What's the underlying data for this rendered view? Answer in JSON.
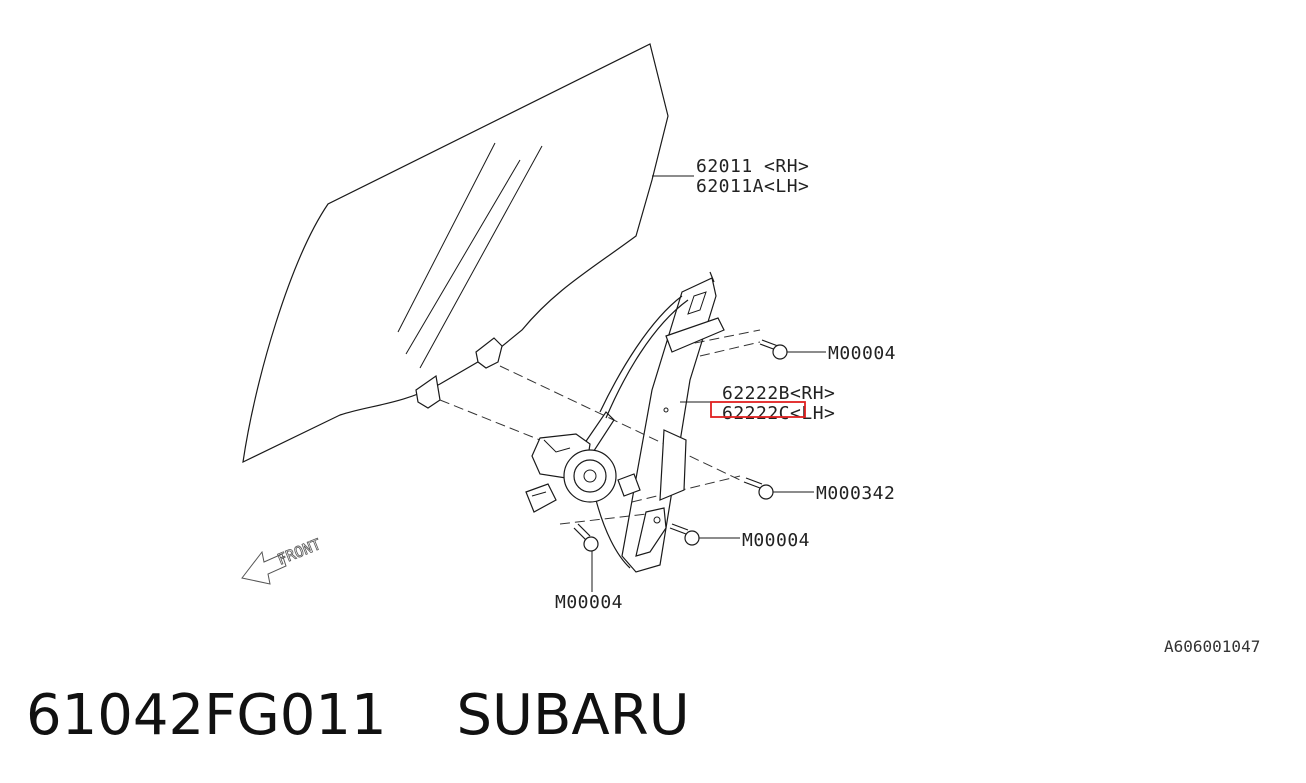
{
  "diagram": {
    "glass_label_rh": "62011 <RH>",
    "glass_label_lh": "62011A<LH>",
    "regulator_label_rh": "62222B<RH>",
    "regulator_label_lh": "62222C<LH>",
    "bolt_labels": {
      "top_right": "M00004",
      "mid_right": "M000342",
      "lower_right": "M00004",
      "bottom": "M00004"
    },
    "front_label": "FRONT",
    "reference_code": "A606001047",
    "highlight_color": "#e02020"
  },
  "footer": {
    "part_number": "61042FG011",
    "brand": "SUBARU"
  }
}
